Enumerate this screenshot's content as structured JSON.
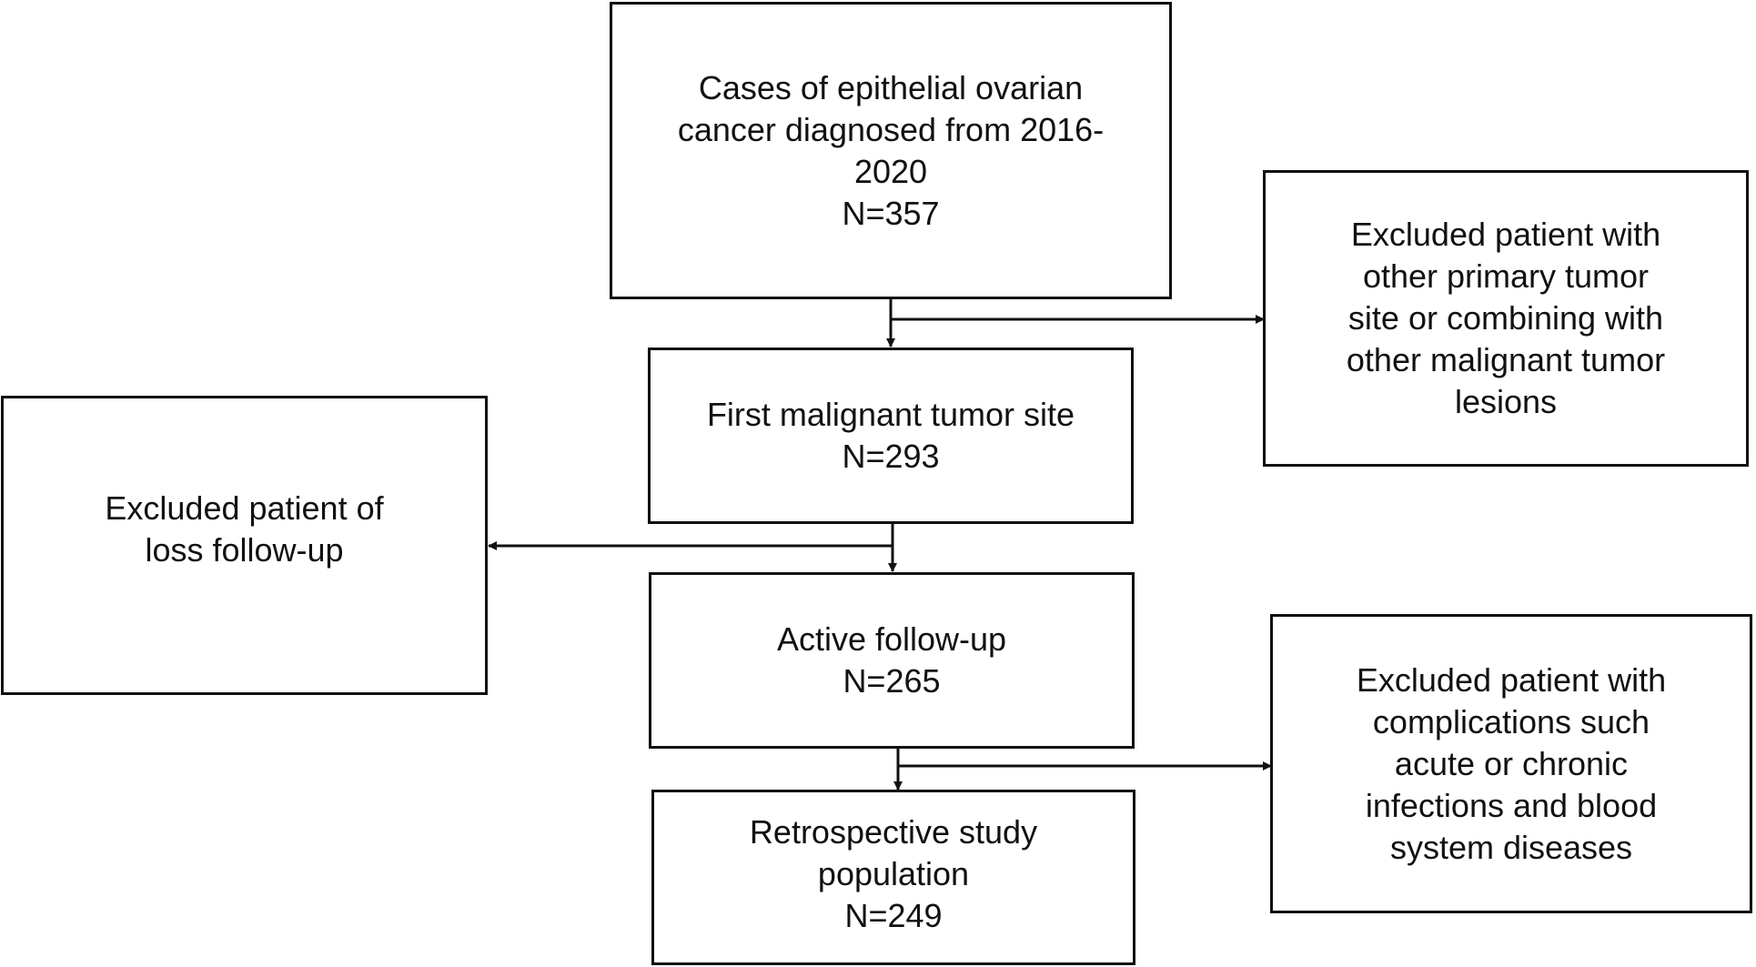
{
  "boxes": {
    "cases": {
      "lines": [
        "Cases of epithelial ovarian",
        "cancer diagnosed from 2016-",
        "2020",
        "N=357"
      ]
    },
    "excluded_other_primary": {
      "lines": [
        "Excluded patient with",
        "other primary tumor",
        "site or combining with",
        "other malignant tumor",
        "lesions"
      ]
    },
    "first_malignant": {
      "lines": [
        "First malignant tumor site",
        "N=293"
      ]
    },
    "excluded_loss": {
      "lines": [
        "Excluded patient of",
        "loss follow-up"
      ]
    },
    "active_followup": {
      "lines": [
        "Active follow-up",
        "N=265"
      ]
    },
    "excluded_complications": {
      "lines": [
        "Excluded patient with",
        "complications such",
        "acute or chronic",
        "infections and blood",
        "system diseases"
      ]
    },
    "retrospective": {
      "lines": [
        "Retrospective study",
        "population",
        "N=249"
      ]
    }
  }
}
